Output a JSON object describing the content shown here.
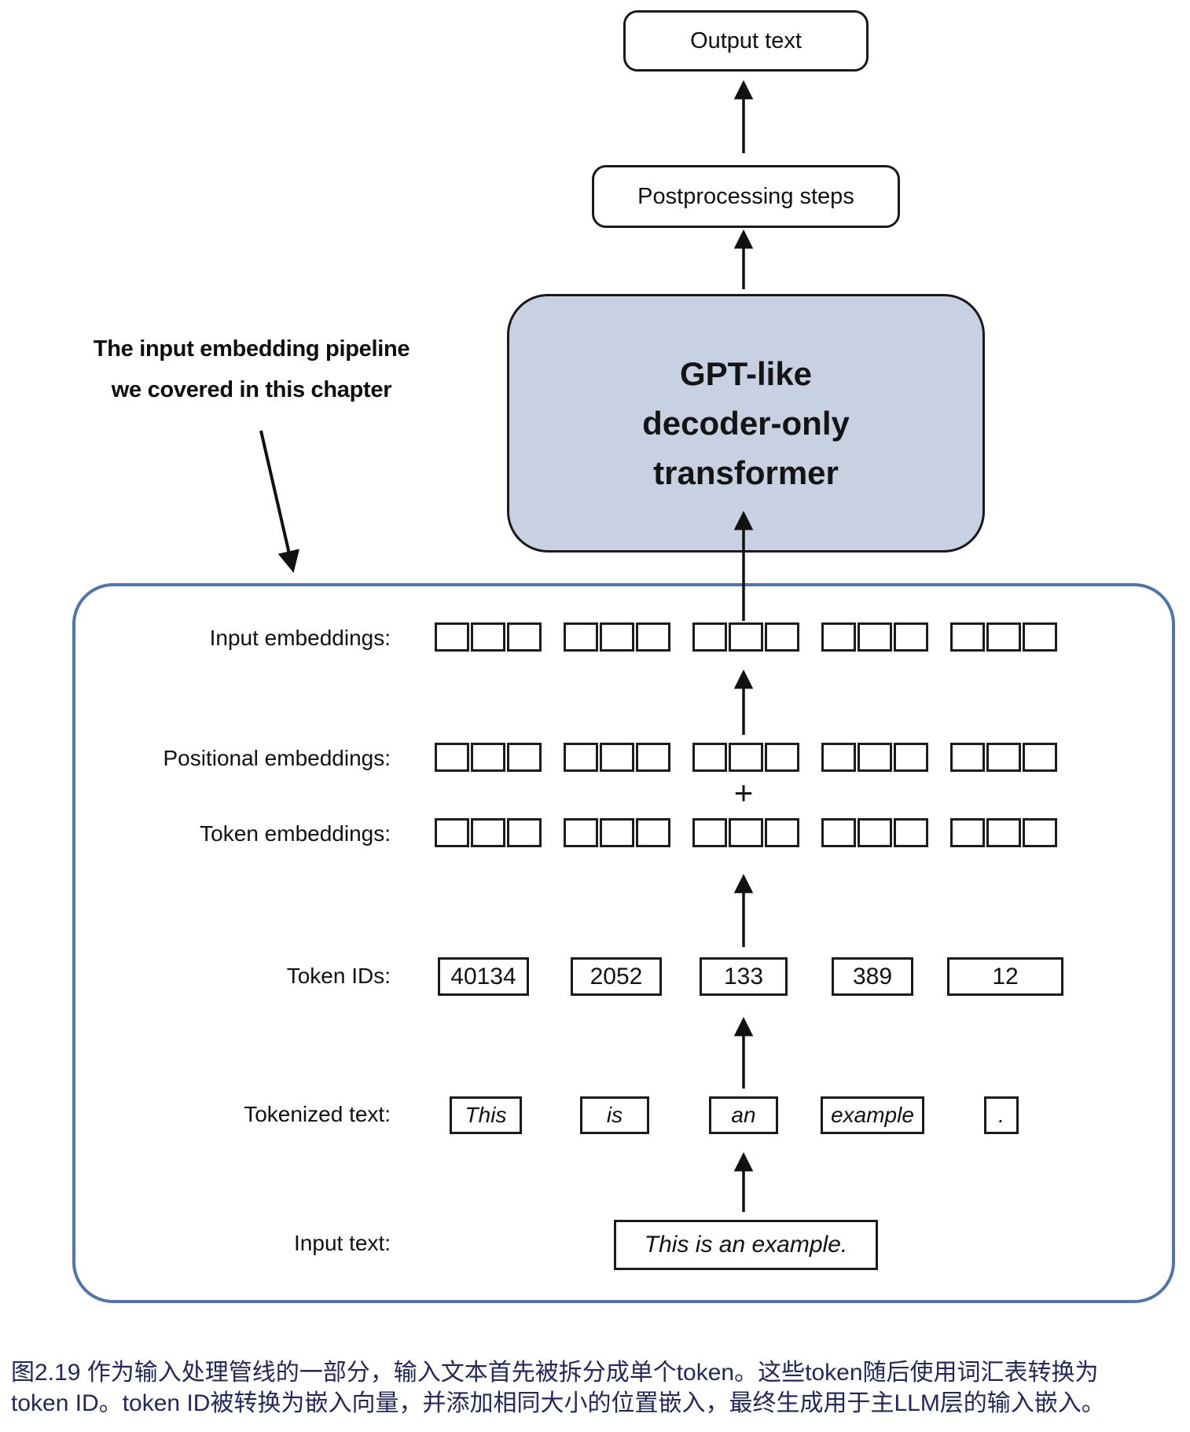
{
  "diagram": {
    "output_box_label": "Output text",
    "postprocessing_box_label": "Postprocessing steps",
    "gpt_box_lines": [
      "GPT-like",
      "decoder-only",
      "transformer"
    ],
    "annotation_lines": [
      "The input embedding pipeline",
      "we covered in this chapter"
    ],
    "plus_sign": "+",
    "rows": {
      "input_embeddings_label": "Input embeddings:",
      "positional_embeddings_label": "Positional embeddings:",
      "token_embeddings_label": "Token embeddings:",
      "token_ids_label": "Token IDs:",
      "token_ids": [
        "40134",
        "2052",
        "133",
        "389",
        "12"
      ],
      "tokenized_text_label": "Tokenized text:",
      "tokens": [
        "This",
        "is",
        "an",
        "example",
        "."
      ],
      "input_text_label": "Input text:",
      "input_text_value": "This is an example."
    },
    "embedding_structure": {
      "groups": 5,
      "cells_per_group": 3
    }
  },
  "caption": {
    "lines": [
      "图2.19 作为输入处理管线的一部分，输入文本首先被拆分成单个token。这些token随后使用词汇表转换为",
      "token ID。token ID被转换为嵌入向量，并添加相同大小的位置嵌入，最终生成用于主LLM层的输入嵌入。"
    ]
  },
  "colors": {
    "gpt_box_fill": "#c7d1e1",
    "pipeline_border": "#5075ab",
    "caption_text": "#24265e",
    "diagram_stroke": "#1a1a1a"
  }
}
